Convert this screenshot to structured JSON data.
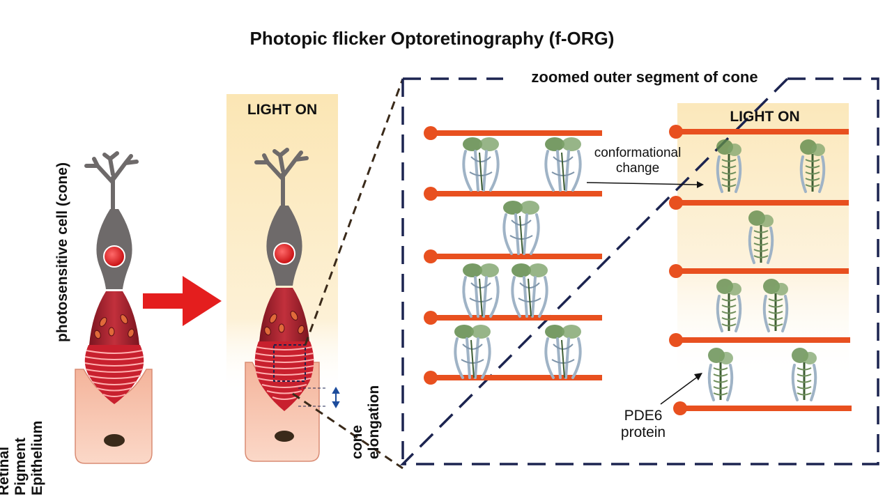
{
  "title": "Photopic flicker Optoretinography (f-ORG)",
  "zoom": {
    "title": "zoomed outer segment of cone"
  },
  "labels": {
    "light_on": "LIGHT ON",
    "photosensitive_cell": "photosensitive cell (cone)",
    "rpe": [
      "Retinal",
      "Pigment",
      "Epithelium"
    ],
    "cone_elongation": [
      "cone",
      "elongation"
    ],
    "conformational_change": [
      "conformational",
      "change"
    ],
    "pde6": [
      "PDE6",
      "protein"
    ]
  },
  "colors": {
    "membrane": "#e8501f",
    "arrow_red": "#e41e1e",
    "dashed_frame": "#1c2450",
    "cell_red": "#b3202c",
    "cell_grey": "#6e6a6a",
    "rpe_skin": "#f5c1a8",
    "glow": "#fbe8b8"
  }
}
